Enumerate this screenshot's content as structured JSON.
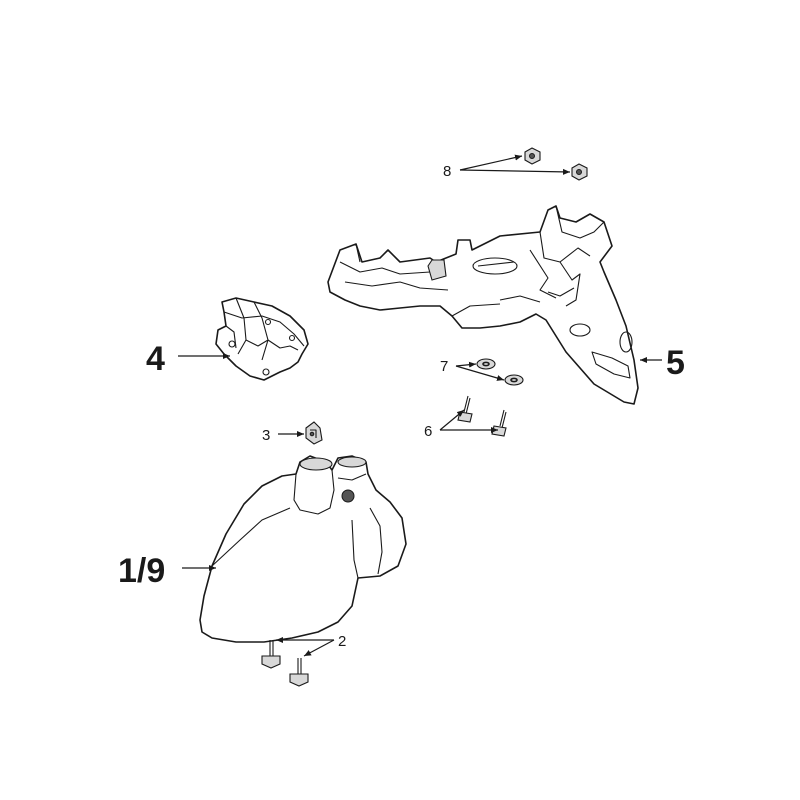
{
  "labels": {
    "part_1_9": "1/9",
    "part_2": "2",
    "part_3": "3",
    "part_4": "4",
    "part_5": "5",
    "part_6": "6",
    "part_7": "7",
    "part_8": "8"
  },
  "colors": {
    "line": "#1a1a1a",
    "background": "#ffffff",
    "shade": "#d8d8d8"
  }
}
